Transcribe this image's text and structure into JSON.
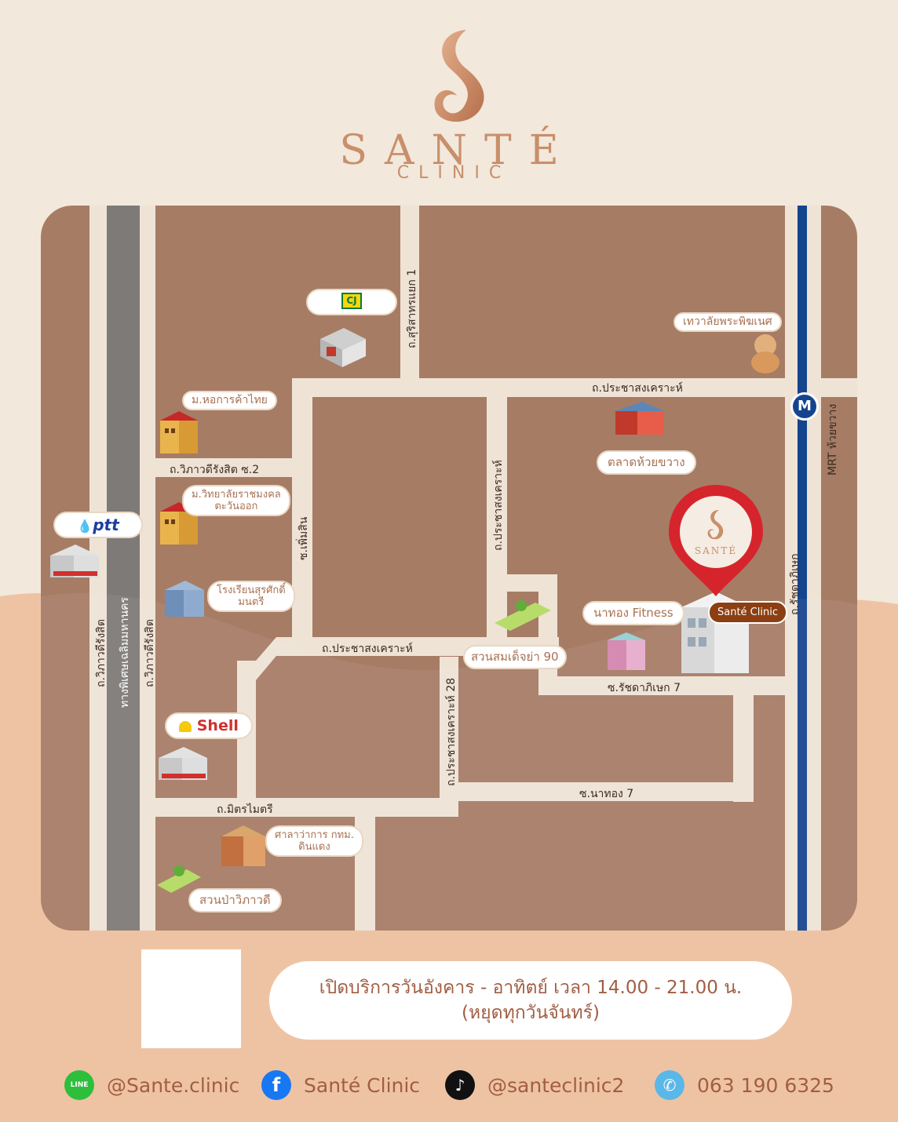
{
  "brand": {
    "name": "SANTÉ",
    "subtitle": "CLINIC"
  },
  "roads": {
    "vibhavadi_outer": "ถ.วิภาวดีรังสิต",
    "expressway": "ทางพิเศษเฉลิมมหานคร",
    "vibhavadi_inner": "ถ.วิภาวดีรังสิต",
    "vibhavadi_soi2": "ถ.วิภาวดีรังสิต ซ.2",
    "soi_phoemsin": "ซ.เพิ่มสิน",
    "surisak_1": "ถ.สุริสาทรแยก 1",
    "pracha_top": "ถ.ประชาสงเคราะห์",
    "pracha_vert": "ถ.ประชาสงเคราะห์",
    "pracha_mid": "ถ.ประชาสงเคราะห์",
    "pracha_28": "ถ.ประชาสงเคราะห์ 28",
    "mitmaitri": "ถ.มิตรไมตรี",
    "rat_soi7": "ซ.รัชดาภิเษก 7",
    "nathong_soi7": "ซ.นาทอง 7",
    "ratchada": "ถ.รัชดาภิเษก",
    "mrt": "MRT ห้วยขวาง"
  },
  "places": {
    "cj": "CJ",
    "thai_chamber": "ม.หอการค้าไทย",
    "rajamangala": "ม.วิทยาลัยราชมงคล\nตะวันออก",
    "school": "โรงเรียนสุรศักดิ์\nมนตรี",
    "ptt": "ptt",
    "shell": "Shell",
    "district_office": "ศาลาว่าการ กทม.\nดินแดง",
    "vibhavadi_park": "สวนป่าวิภาวดี",
    "ganesh": "เทวาลัยพระพิฆเนศ",
    "huaykwang_market": "ตลาดห้วยขวาง",
    "nathong_fitness": "นาทอง Fitness",
    "park_90": "สวนสมเด็จย่า 90",
    "clinic_label": "Santé Clinic",
    "mrt_icon": "M"
  },
  "hours": {
    "line1": "เปิดบริการวันอังคาร - อาทิตย์ เวลา 14.00 - 21.00 น.",
    "line2": "(หยุดทุกวันจันทร์)"
  },
  "social": {
    "line_icon": "LINE",
    "line": "@Sante.clinic",
    "facebook_icon": "f",
    "facebook": "Santé Clinic",
    "tiktok_icon": "♪",
    "tiktok": "@santeclinic2",
    "phone_icon": "✆",
    "phone": "063 190 6325"
  },
  "colors": {
    "background": "#f2e8dc",
    "block": "#a67c65",
    "road": "#efe3d6",
    "expressway": "#7d7a78",
    "mrt_line": "#15448f",
    "pin": "#d6242c",
    "accent_text": "#a15e43"
  }
}
